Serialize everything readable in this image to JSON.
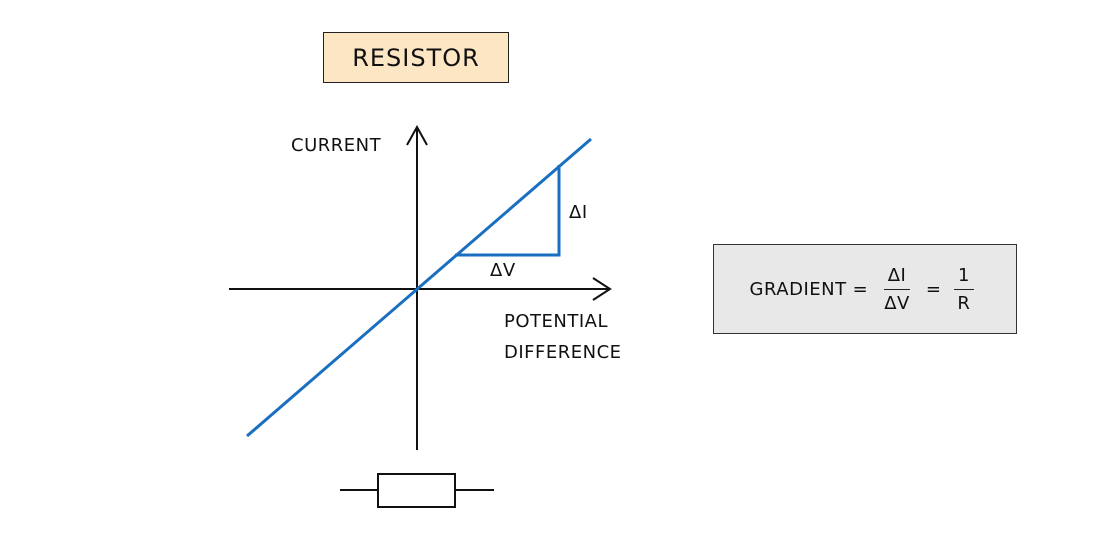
{
  "title": "RESISTOR",
  "axes": {
    "y_label": "CURRENT",
    "x_label_line1": "POTENTIAL",
    "x_label_line2": "DIFFERENCE"
  },
  "triangle": {
    "delta_i_label": "ΔI",
    "delta_v_label": "ΔV"
  },
  "formula": {
    "lhs": "GRADIENT",
    "equals": "=",
    "frac1_num": "ΔI",
    "frac1_den": "ΔV",
    "frac2_num": "1",
    "frac2_den": "R"
  },
  "colors": {
    "line": "#1a6fc0",
    "title_fill": "#fde6c4",
    "formula_fill": "#e8e8e8"
  },
  "icons": {
    "component_symbol": "resistor-symbol-icon"
  }
}
